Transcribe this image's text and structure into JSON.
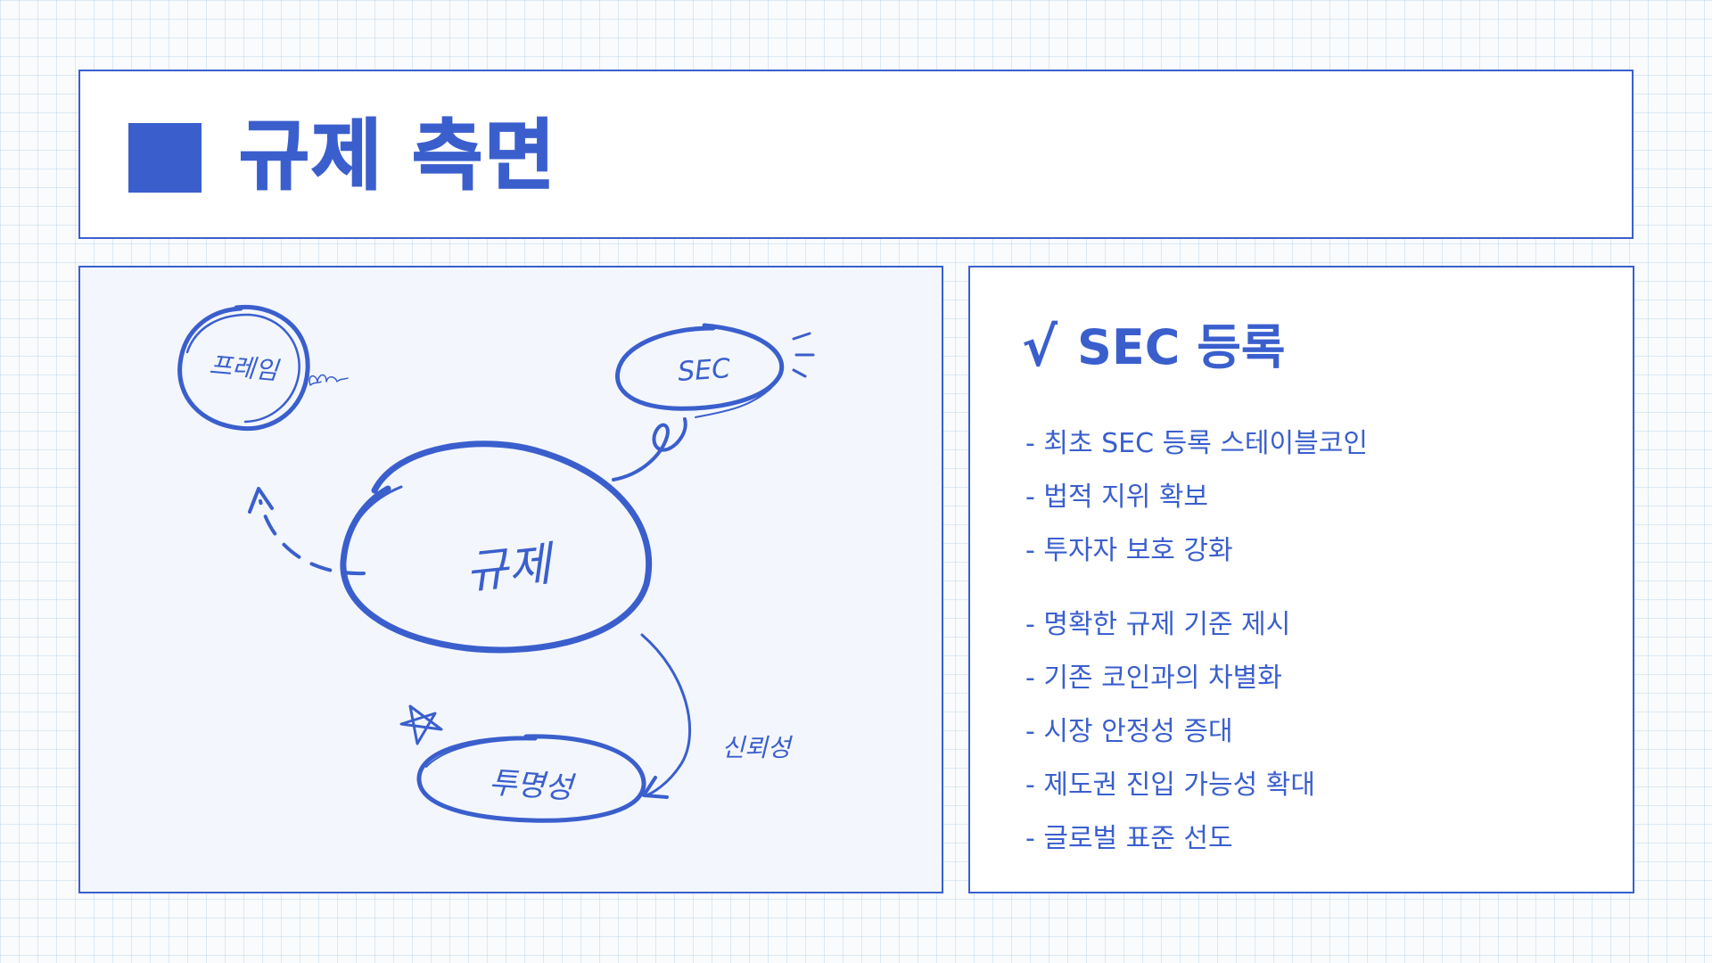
{
  "header": {
    "title": "규제 측면"
  },
  "diagram": {
    "center": "규제",
    "top_right": "SEC",
    "top_left": "프레임",
    "bottom": "투명성",
    "side_note": "신뢰성"
  },
  "info": {
    "heading": "SEC 등록",
    "check_icon": "√",
    "group1": [
      "- 최초 SEC 등록 스테이블코인",
      "- 법적 지위 확보",
      "- 투자자 보호 강화"
    ],
    "group2": [
      "- 명확한 규제 기준 제시",
      "- 기존 코인과의 차별화",
      "- 시장 안정성 증대",
      "- 제도권 진입 가능성 확대",
      "- 글로벌 표준 선도"
    ]
  },
  "colors": {
    "accent": "#3a5fcd",
    "panel_bg": "#f3f6fc",
    "grid": "#c9dcec",
    "page_bg": "#f9fbfd"
  }
}
